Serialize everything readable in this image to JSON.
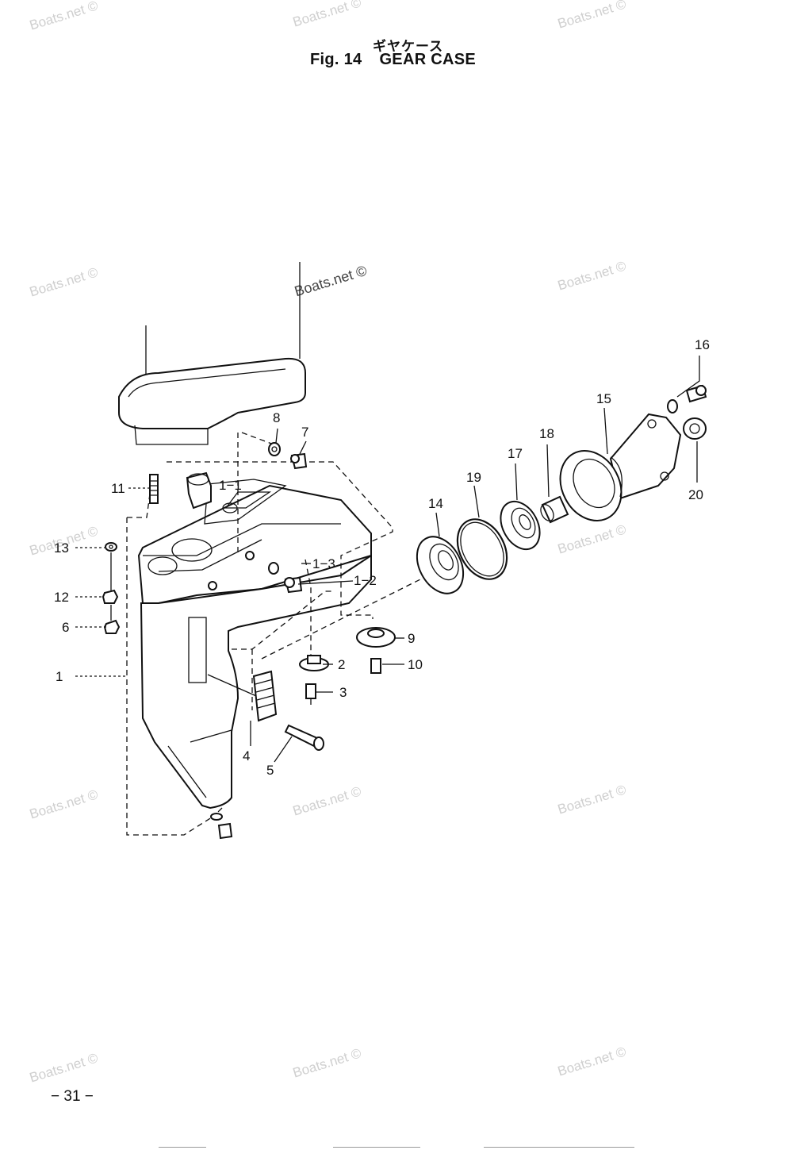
{
  "header": {
    "title_jp": "ギヤケース",
    "fig_label": "Fig. 14",
    "title_en": "GEAR CASE"
  },
  "footer": {
    "page_number": "− 31 −"
  },
  "watermarks": [
    "Boats.net ©",
    "Boats.net ©",
    "Boats.net ©",
    "Boats.net ©",
    "Boats.net ©",
    "Boats.net ©",
    "Boats.net ©",
    "Boats.net ©",
    "Boats.net ©",
    "Boats.net ©",
    "Boats.net ©",
    "Boats.net ©",
    "Boats.net ©",
    "Boats.net ©"
  ],
  "callouts": {
    "c1": "1",
    "c1_1": "1−1",
    "c1_2": "1−2",
    "c1_3": "1−3",
    "c2": "2",
    "c3": "3",
    "c4": "4",
    "c5": "5",
    "c6": "6",
    "c7": "7",
    "c8": "8",
    "c9": "9",
    "c10": "10",
    "c11": "11",
    "c12": "12",
    "c13": "13",
    "c14": "14",
    "c15": "15",
    "c16": "16",
    "c17": "17",
    "c18": "18",
    "c19": "19",
    "c20": "20"
  }
}
